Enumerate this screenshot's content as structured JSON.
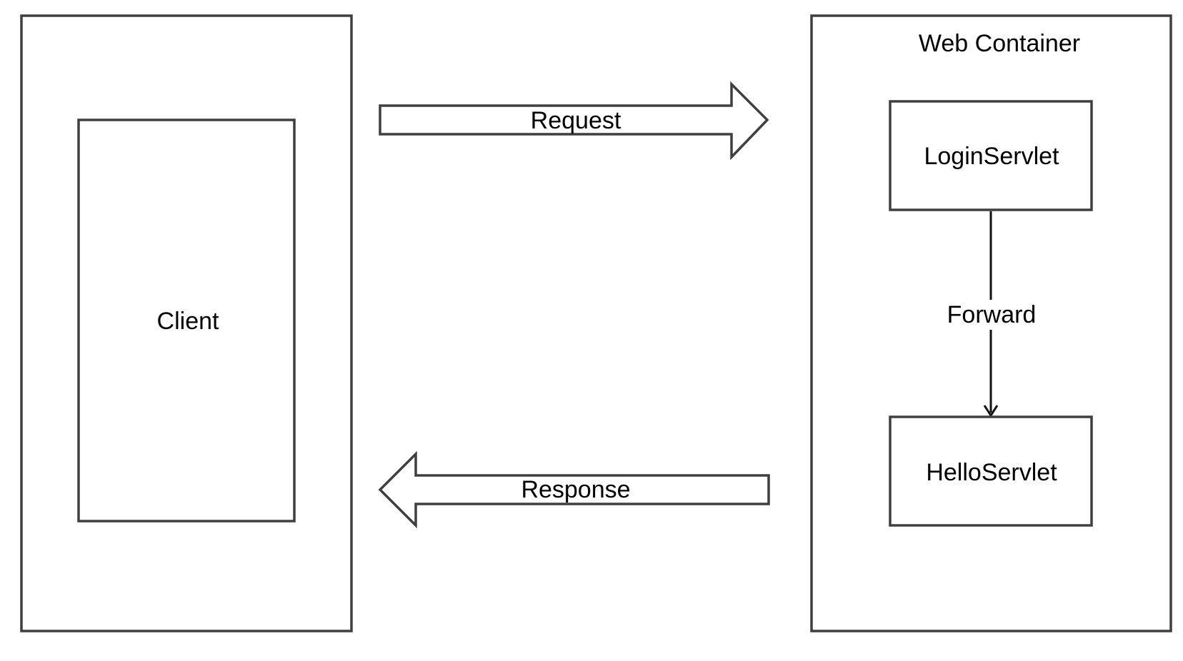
{
  "client": {
    "label": "Client"
  },
  "web_container": {
    "title": "Web Container",
    "servlets": [
      {
        "label": "LoginServlet"
      },
      {
        "label": "HelloServlet"
      }
    ],
    "forward_label": "Forward"
  },
  "arrows": {
    "request_label": "Request",
    "response_label": "Response"
  },
  "colors": {
    "stroke": "#3f3f3f",
    "text": "#000000",
    "background": "#ffffff"
  }
}
